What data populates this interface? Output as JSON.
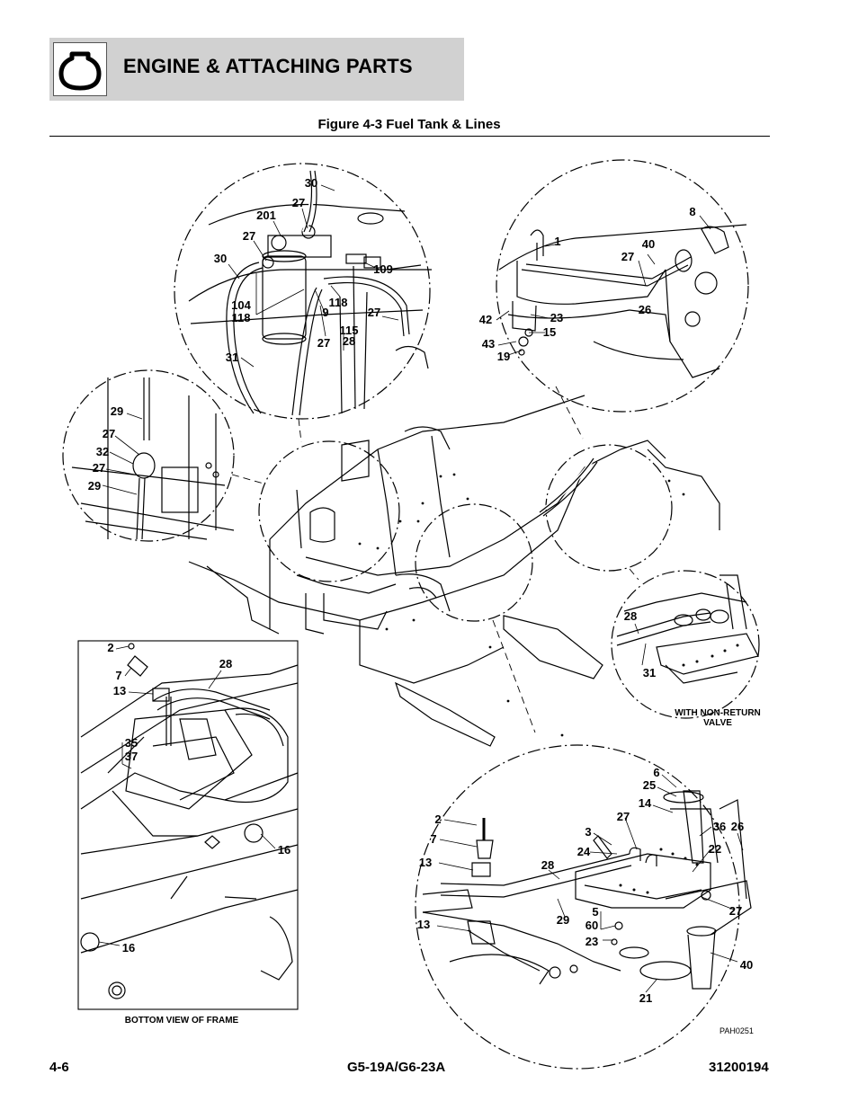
{
  "header": {
    "title": "ENGINE & ATTACHING PARTS",
    "icon": "engine-icon"
  },
  "figure": {
    "caption": "Figure 4-3 Fuel Tank & Lines",
    "drawing_code": "PAH0251",
    "notes": {
      "non_return": "WITH NON-RETURN",
      "valve": "VALVE",
      "bottom_view": "BOTTOM VIEW OF FRAME"
    },
    "callouts": {
      "top_filter": [
        "30",
        "27",
        "201",
        "27",
        "30",
        "109",
        "104",
        "118",
        "9",
        "118",
        "27",
        "115",
        "27",
        "28",
        "31"
      ],
      "top_right": [
        "8",
        "1",
        "40",
        "27",
        "26",
        "42",
        "23",
        "15",
        "43",
        "19"
      ],
      "left_valve": [
        "29",
        "27",
        "32",
        "27",
        "29"
      ],
      "non_return": [
        "28",
        "31"
      ],
      "bottom_view": [
        "2",
        "7",
        "28",
        "13",
        "35",
        "37",
        "16",
        "16"
      ],
      "tank": [
        "6",
        "25",
        "14",
        "2",
        "27",
        "36",
        "26",
        "7",
        "3",
        "24",
        "22",
        "13",
        "28",
        "27",
        "5",
        "60",
        "29",
        "13",
        "23",
        "40",
        "21"
      ]
    }
  },
  "footer": {
    "page": "4-6",
    "model": "G5-19A/G6-23A",
    "doc_number": "31200194"
  }
}
